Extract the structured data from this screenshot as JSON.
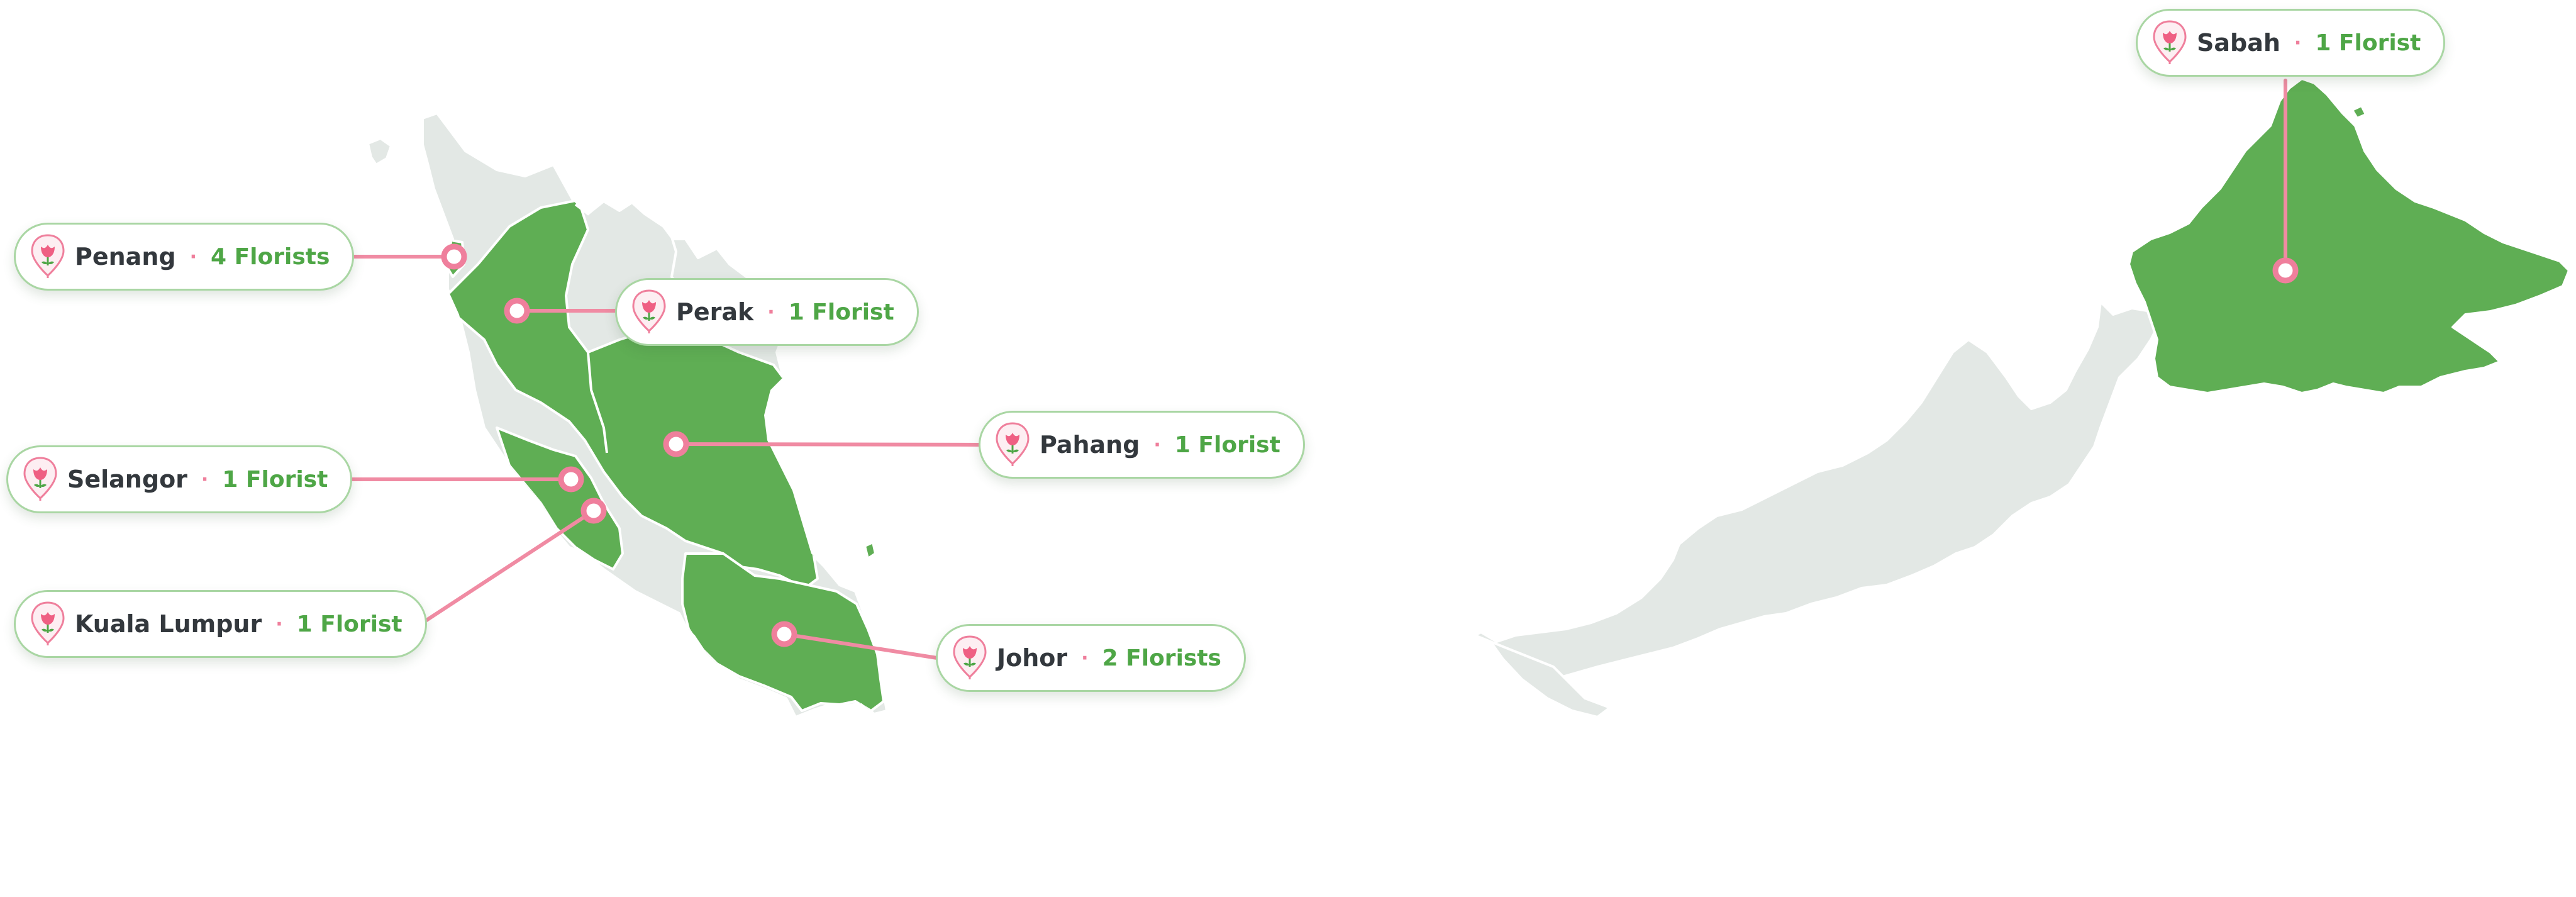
{
  "map": {
    "colors": {
      "active_state": "#5fae54",
      "inactive_state": "#e3e8e5",
      "leader_line": "#f08ba3",
      "marker_ring": "#ef7f9c",
      "count_text": "#4ea646",
      "name_text": "#33383d",
      "pill_border": "#a9d6a3"
    },
    "icon": "flower-pin-icon",
    "separator": "·",
    "locations": [
      {
        "id": "penang",
        "name": "Penang",
        "count": "4 Florists"
      },
      {
        "id": "perak",
        "name": "Perak",
        "count": "1 Florist"
      },
      {
        "id": "pahang",
        "name": "Pahang",
        "count": "1 Florist"
      },
      {
        "id": "selangor",
        "name": "Selangor",
        "count": "1 Florist"
      },
      {
        "id": "kuala-lumpur",
        "name": "Kuala Lumpur",
        "count": "1 Florist"
      },
      {
        "id": "johor",
        "name": "Johor",
        "count": "2 Florists"
      },
      {
        "id": "sabah",
        "name": "Sabah",
        "count": "1 Florist"
      }
    ]
  }
}
